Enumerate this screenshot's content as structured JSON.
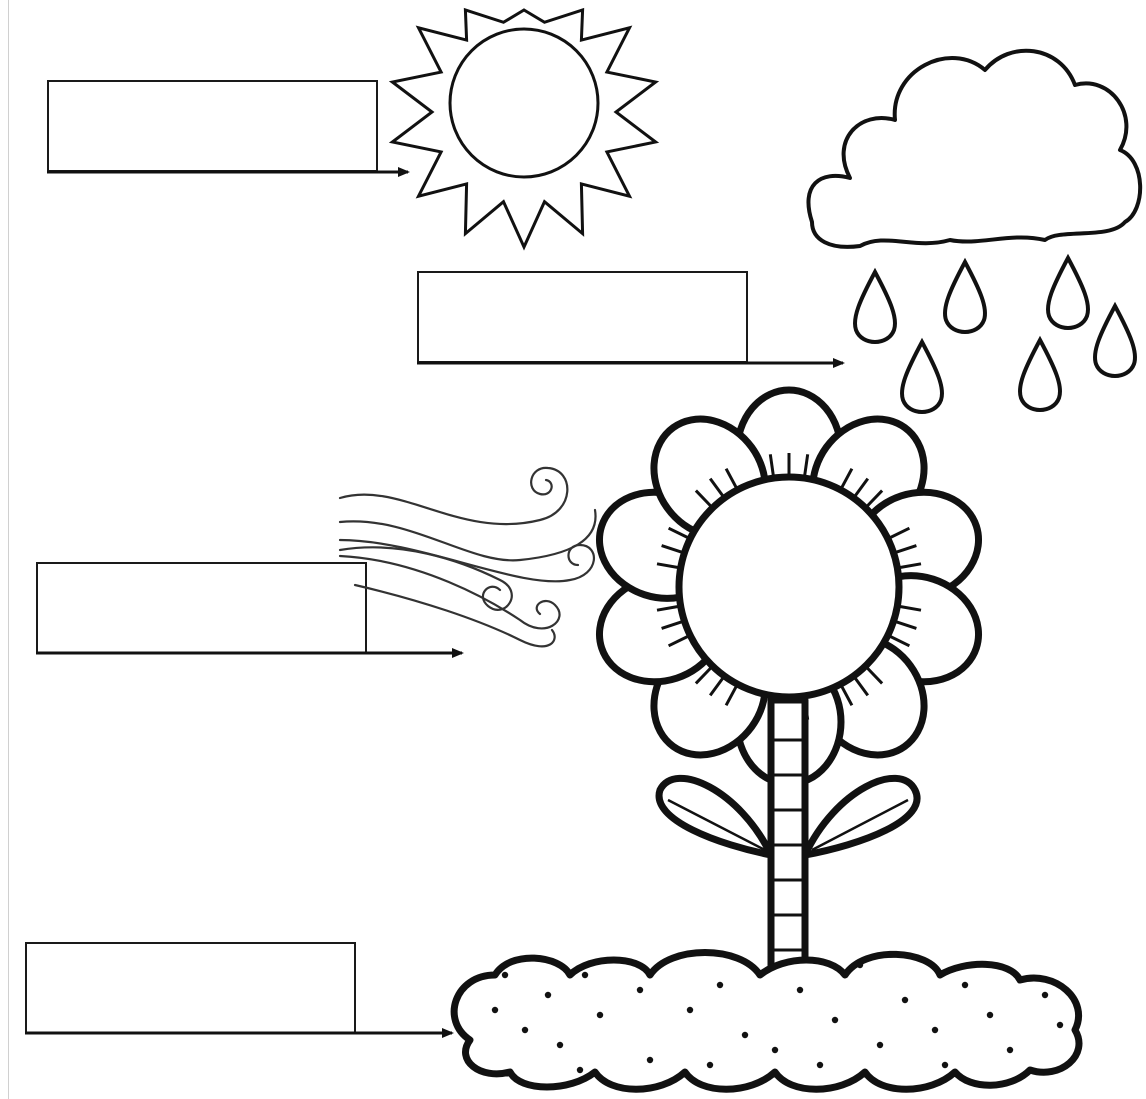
{
  "worksheet": {
    "label_boxes": [
      {
        "id": "sun",
        "value": ""
      },
      {
        "id": "rain",
        "value": ""
      },
      {
        "id": "wind",
        "value": ""
      },
      {
        "id": "soil",
        "value": ""
      }
    ]
  },
  "colors": {
    "ink": "#111111",
    "paper": "#ffffff",
    "page_edge": "#d0d0d0"
  },
  "icons": [
    "sun-icon",
    "rain-cloud-icon",
    "raindrop-icon",
    "wind-icon",
    "flower-icon",
    "soil-icon",
    "arrow-icon"
  ]
}
